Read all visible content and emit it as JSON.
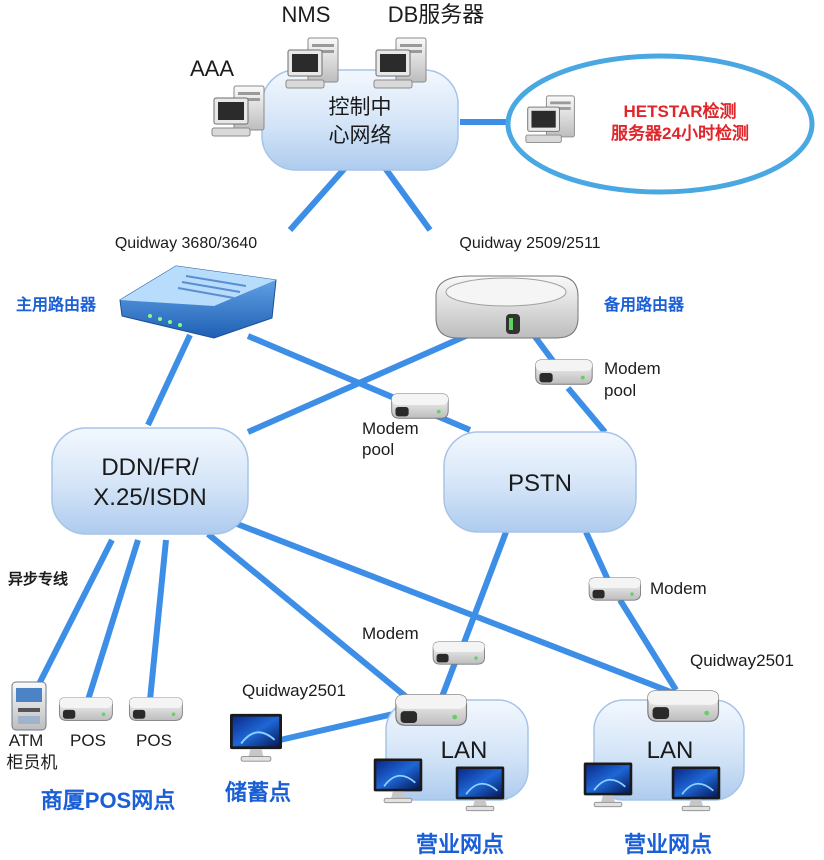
{
  "nodes": {
    "control_center": "控制中\n心网络",
    "ddn": "DDN/FR/\nX.25/ISDN",
    "pstn": "PSTN",
    "lan_left": "LAN",
    "lan_right": "LAN"
  },
  "labels": {
    "nms": "NMS",
    "db_server": "DB服务器",
    "aaa": "AAA",
    "hetstar_line1": "HETSTAR检测",
    "hetstar_line2": "服务器24小时检测",
    "quidway_3680": "Quidway 3680/3640",
    "quidway_2509": "Quidway 2509/2511",
    "main_router": "主用路由器",
    "backup_router": "备用路由器",
    "modem_pool_right_1": "Modem",
    "modem_pool_right_2": "pool",
    "modem_pool_center_1": "Modem",
    "modem_pool_center_2": "pool",
    "async_line": "异步专线",
    "modem_right": "Modem",
    "modem_center": "Modem",
    "quidway2501_right": "Quidway2501",
    "quidway2501_left": "Quidway2501",
    "atm_1": "ATM",
    "atm_2": "柜员机",
    "pos_1": "POS",
    "pos_2": "POS",
    "mall_pos": "商厦POS网点",
    "savings": "储蓄点",
    "business_left": "营业网点",
    "business_right": "营业网点"
  },
  "colors": {
    "link": "#3d8ee6",
    "cloud_fill_top": "#eef5fd",
    "cloud_fill_bottom": "#b7d2f0",
    "highlight_ellipse": "#49a7e2",
    "label_blue": "#1a5fd6",
    "label_red": "#e0262a"
  },
  "icons": {
    "server": "server-icon",
    "router": "router-icon",
    "modem": "modem-icon",
    "monitor": "monitor-icon",
    "atm": "atm-icon"
  }
}
